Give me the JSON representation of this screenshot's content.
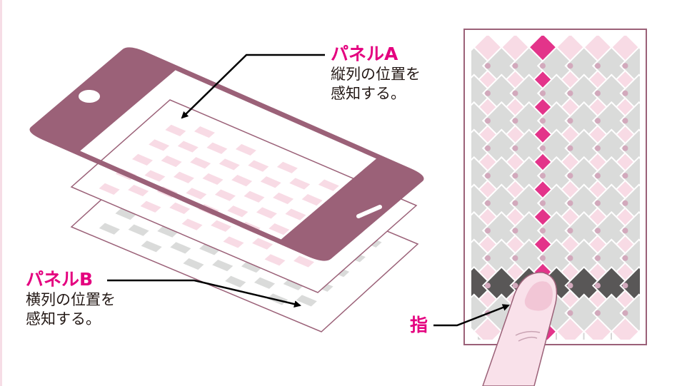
{
  "panel_a": {
    "title": "パネルA",
    "line1": "縦列の位置を",
    "line2": "感知する。"
  },
  "panel_b": {
    "title": "パネルB",
    "line1": "横列の位置を",
    "line2": "感知する。"
  },
  "finger": {
    "label": "指"
  },
  "colors": {
    "magenta": "#e4007f",
    "pink_light": "#f8dbe5",
    "gray": "#dadbda",
    "phone": "#9b6178",
    "dot": "#d2a9bc",
    "dark": "#595757",
    "highlight": "#e3348a"
  },
  "touch": {
    "active_column": 3,
    "active_row": 9
  }
}
